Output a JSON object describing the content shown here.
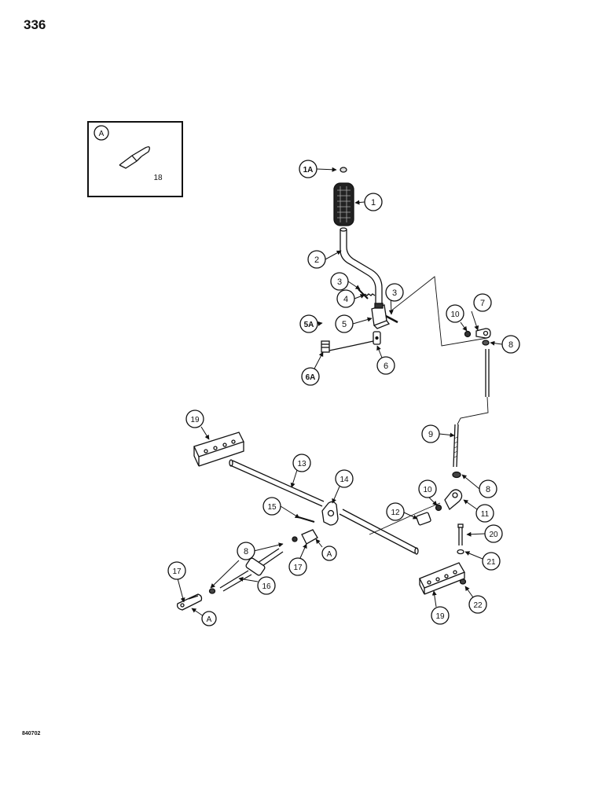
{
  "page_number": "336",
  "footer_code": "840702",
  "inset": {
    "circle_label": "A",
    "part_number": "18"
  },
  "callouts": {
    "c1A": "1A",
    "c1": "1",
    "c2": "2",
    "c3a": "3",
    "c3b": "3",
    "c4": "4",
    "c5A": "5A",
    "c5": "5",
    "c6A": "6A",
    "c6": "6",
    "c7": "7",
    "c8a": "8",
    "c10a": "10",
    "c9": "9",
    "c19a": "19",
    "c13": "13",
    "c14": "14",
    "c15": "15",
    "c8b": "8",
    "c10b": "10",
    "c12": "12",
    "c11": "11",
    "cAa": "A",
    "c8c": "8",
    "c17a": "17",
    "c16": "16",
    "c17b": "17",
    "cAb": "A",
    "c20": "20",
    "c21": "21",
    "c19b": "19",
    "c22": "22"
  }
}
